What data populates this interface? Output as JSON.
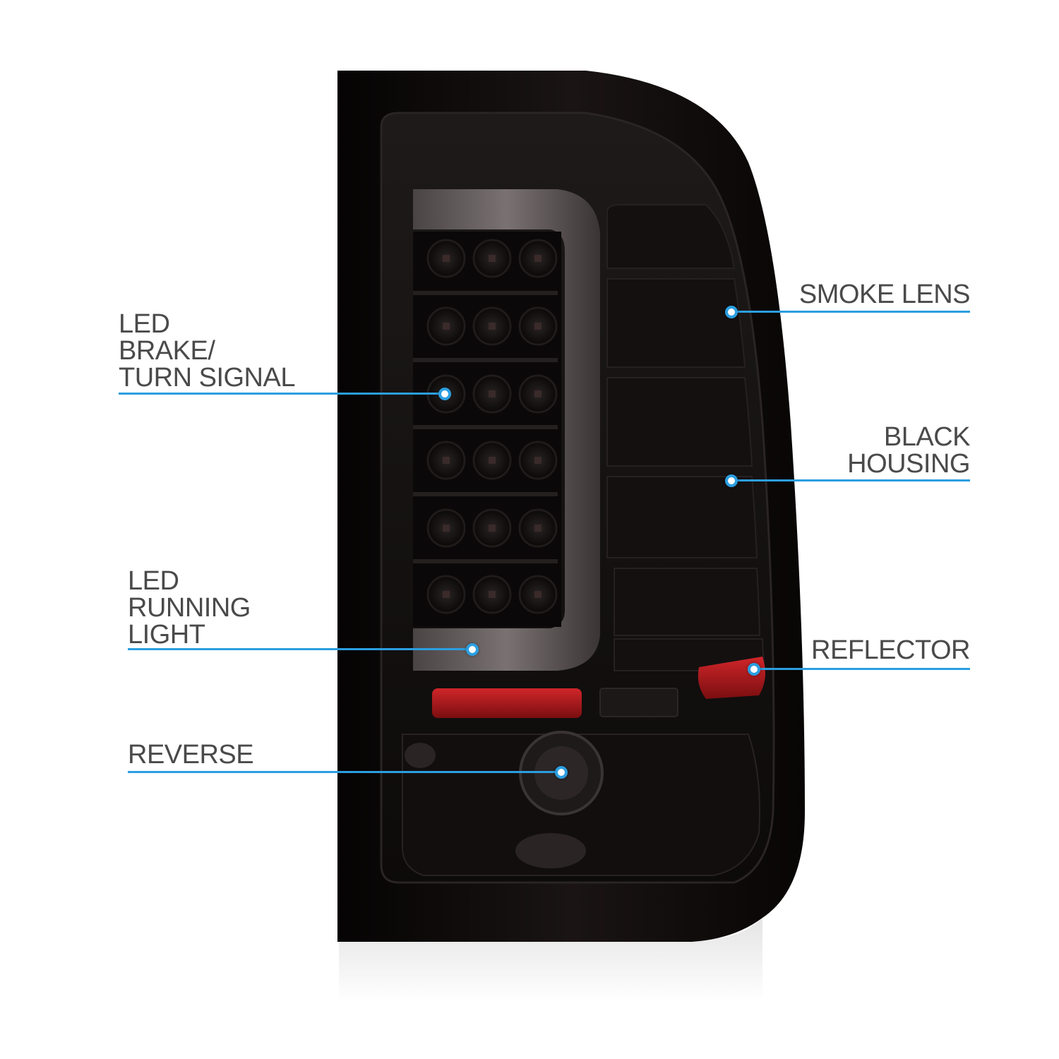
{
  "colors": {
    "callout_line": "#2b9ee0",
    "label_text": "#4a4a4a",
    "housing": "#0f0c0c",
    "reflector": "#b0181c"
  },
  "callouts": {
    "led_brake_turn": {
      "text": "LED\nBRAKE/\nTURN SIGNAL"
    },
    "led_running": {
      "text": "LED\nRUNNING\nLIGHT"
    },
    "reverse": {
      "text": "REVERSE"
    },
    "smoke_lens": {
      "text": "SMOKE LENS"
    },
    "black_housing": {
      "text": "BLACK\nHOUSING"
    },
    "reflector": {
      "text": "REFLECTOR"
    }
  }
}
